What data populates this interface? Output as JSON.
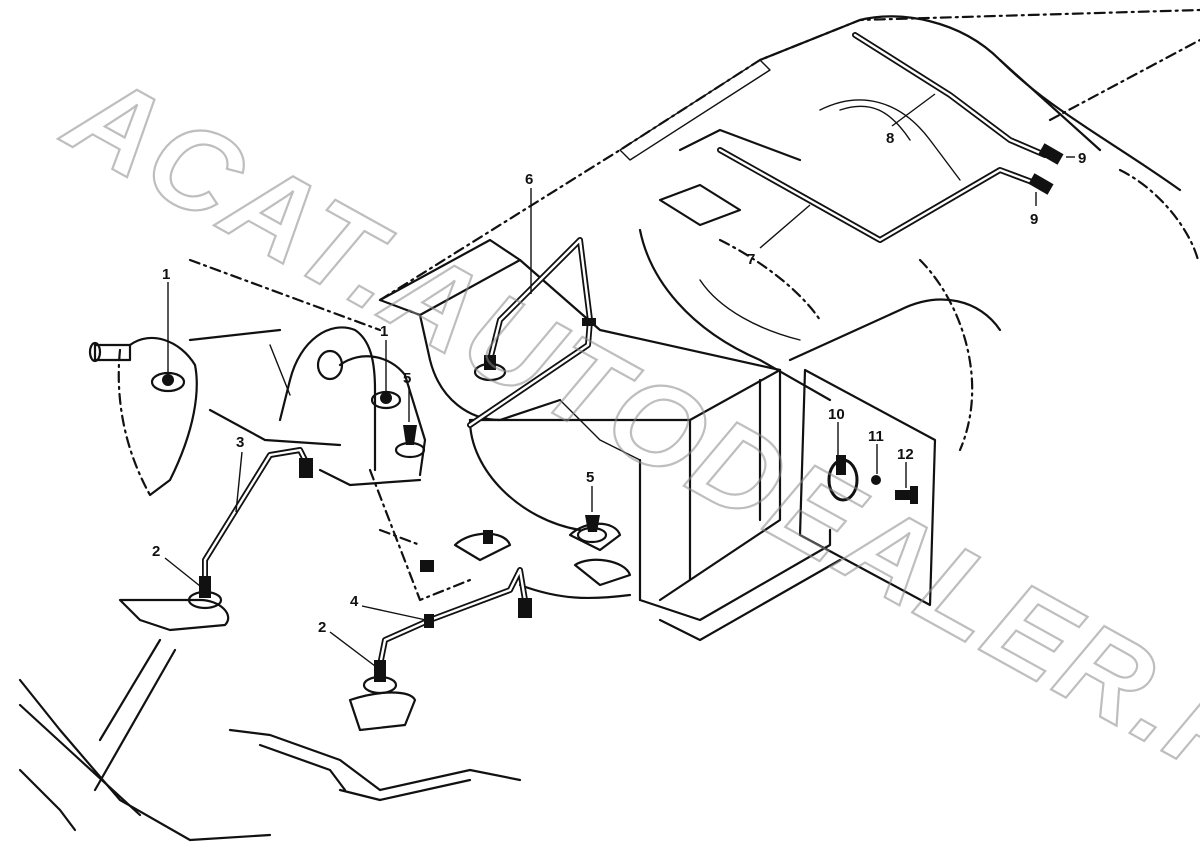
{
  "watermark": {
    "text": "ACAT.AUTODEALER.RU"
  },
  "callouts": [
    {
      "id": "c1a",
      "label": "1"
    },
    {
      "id": "c1b",
      "label": "1"
    },
    {
      "id": "c2a",
      "label": "2"
    },
    {
      "id": "c2b",
      "label": "2"
    },
    {
      "id": "c3",
      "label": "3"
    },
    {
      "id": "c4",
      "label": "4"
    },
    {
      "id": "c5a",
      "label": "5"
    },
    {
      "id": "c5b",
      "label": "5"
    },
    {
      "id": "c6",
      "label": "6"
    },
    {
      "id": "c7",
      "label": "7"
    },
    {
      "id": "c8",
      "label": "8"
    },
    {
      "id": "c9a",
      "label": "9"
    },
    {
      "id": "c9b",
      "label": "9"
    },
    {
      "id": "c10",
      "label": "10"
    },
    {
      "id": "c11",
      "label": "11"
    },
    {
      "id": "c12",
      "label": "12"
    }
  ]
}
